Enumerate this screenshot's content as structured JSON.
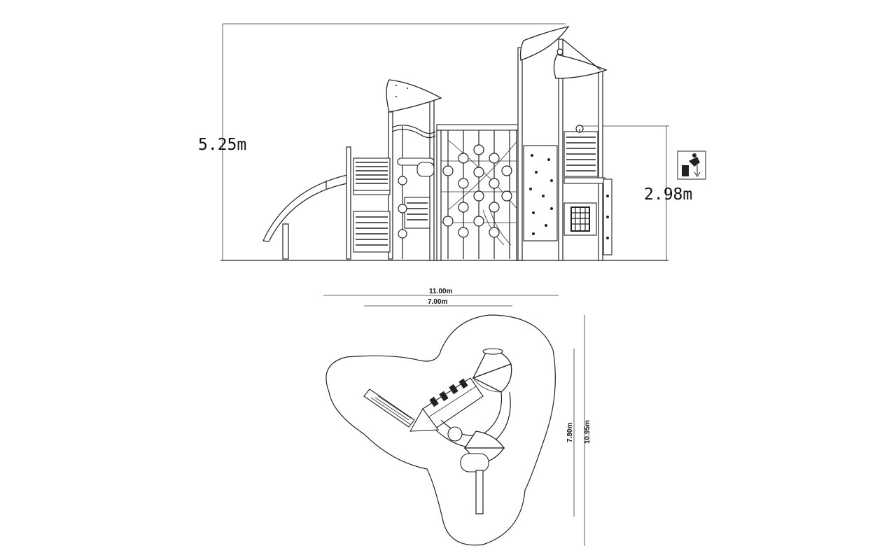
{
  "elevation": {
    "overall_height": "5.25m",
    "platform_height": "2.98m",
    "icon": "fall-height-icon"
  },
  "plan": {
    "overall_width": "11.00m",
    "equipment_width": "7.00m",
    "equipment_depth": "7.80m",
    "overall_depth": "10.95m"
  }
}
